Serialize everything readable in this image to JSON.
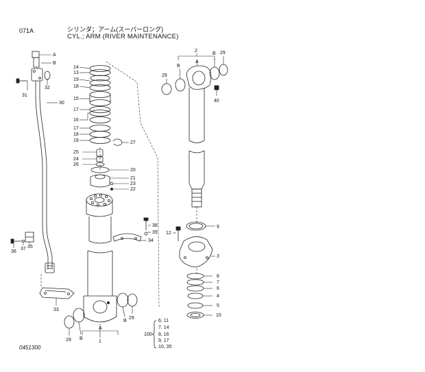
{
  "header": {
    "page_code": "071A",
    "title_jp": "シリンダ；アーム(スーパーロング)",
    "title_en": "CYL.; ARM (RIVER MAINTENANCE)"
  },
  "footer": {
    "drawing_number": "0451300"
  },
  "kit": {
    "number": "100",
    "rows": [
      "6, 11",
      "7, 14",
      "8, 16",
      "9, 17",
      "10, 35"
    ]
  },
  "callouts": [
    {
      "id": "c-a1",
      "text": "A"
    },
    {
      "id": "c-b1",
      "text": "B"
    },
    {
      "id": "c-31",
      "text": "31"
    },
    {
      "id": "c-32",
      "text": "32"
    },
    {
      "id": "c-30",
      "text": "30"
    },
    {
      "id": "c-14",
      "text": "14"
    },
    {
      "id": "c-13",
      "text": "13"
    },
    {
      "id": "c-19a",
      "text": "19"
    },
    {
      "id": "c-18a",
      "text": "18"
    },
    {
      "id": "c-15",
      "text": "15"
    },
    {
      "id": "c-17a",
      "text": "17"
    },
    {
      "id": "c-16",
      "text": "16"
    },
    {
      "id": "c-17b",
      "text": "17"
    },
    {
      "id": "c-18b",
      "text": "18"
    },
    {
      "id": "c-19b",
      "text": "19"
    },
    {
      "id": "c-27",
      "text": "27"
    },
    {
      "id": "c-25",
      "text": "25"
    },
    {
      "id": "c-24",
      "text": "24"
    },
    {
      "id": "c-26",
      "text": "26"
    },
    {
      "id": "c-20",
      "text": "20"
    },
    {
      "id": "c-21",
      "text": "21"
    },
    {
      "id": "c-23",
      "text": "23"
    },
    {
      "id": "c-22",
      "text": "22"
    },
    {
      "id": "c-38",
      "text": "38"
    },
    {
      "id": "c-39",
      "text": "39"
    },
    {
      "id": "c-34",
      "text": "34"
    },
    {
      "id": "c-36",
      "text": "36"
    },
    {
      "id": "c-37",
      "text": "37"
    },
    {
      "id": "c-35",
      "text": "35"
    },
    {
      "id": "c-33",
      "text": "33"
    },
    {
      "id": "c-29a",
      "text": "29"
    },
    {
      "id": "c-b2",
      "text": "B"
    },
    {
      "id": "c-a2",
      "text": "A"
    },
    {
      "id": "c-1",
      "text": "1"
    },
    {
      "id": "c-29b",
      "text": "29"
    },
    {
      "id": "c-2",
      "text": "2"
    },
    {
      "id": "c-b3",
      "text": "B"
    },
    {
      "id": "c-a3",
      "text": "A"
    },
    {
      "id": "c-b4",
      "text": "B"
    },
    {
      "id": "c-29c",
      "text": "29"
    },
    {
      "id": "c-29d",
      "text": "29"
    },
    {
      "id": "c-40",
      "text": "40"
    },
    {
      "id": "c-9",
      "text": "9"
    },
    {
      "id": "c-12",
      "text": "12"
    },
    {
      "id": "c-3",
      "text": "3"
    },
    {
      "id": "c-8",
      "text": "8"
    },
    {
      "id": "c-7",
      "text": "7"
    },
    {
      "id": "c-6",
      "text": "6"
    },
    {
      "id": "c-4",
      "text": "4"
    },
    {
      "id": "c-5",
      "text": "5"
    },
    {
      "id": "c-10",
      "text": "10"
    }
  ]
}
